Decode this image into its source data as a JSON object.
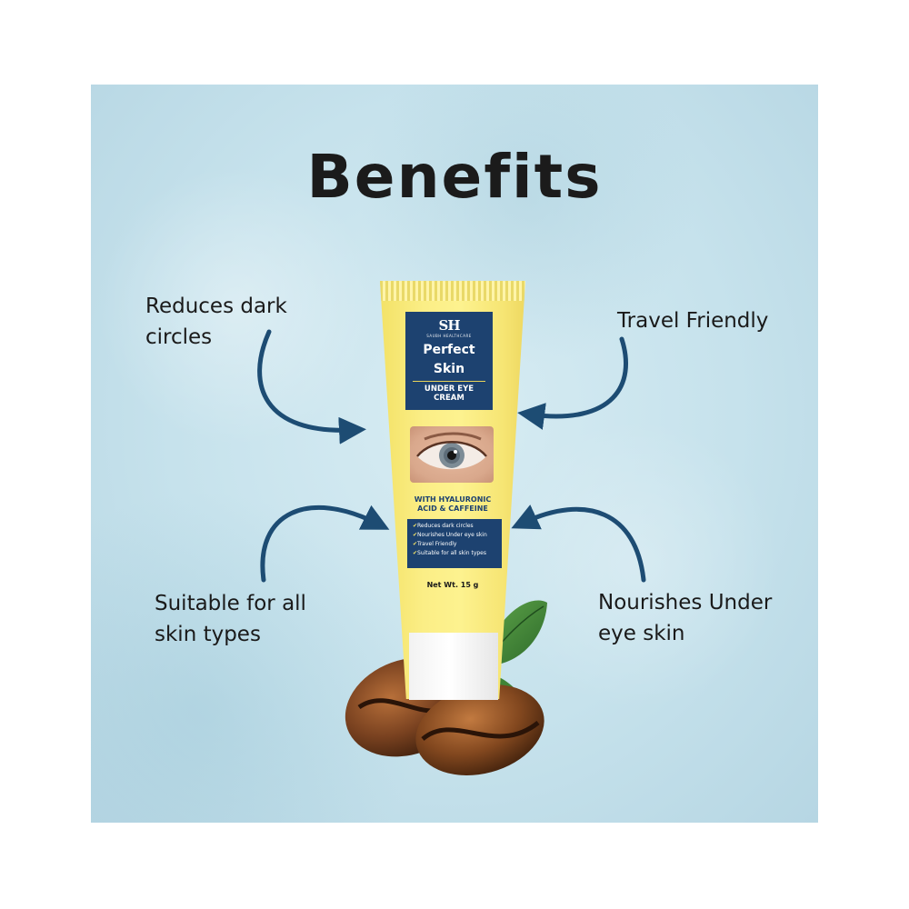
{
  "page": {
    "title": "Benefits"
  },
  "benefits": [
    {
      "line1": "Reduces dark",
      "line2": "circles"
    },
    {
      "line1": "Travel Friendly",
      "line2": ""
    },
    {
      "line1": "Suitable for all",
      "line2": "skin types"
    },
    {
      "line1": "Nourishes Under",
      "line2": "eye skin"
    }
  ],
  "product": {
    "logo": "SH",
    "brand": "SAUBH HEALTHCARE",
    "name_line1": "Perfect",
    "name_line2": "Skin",
    "type_line1": "UNDER EYE",
    "type_line2": "CREAM",
    "feature_line1": "WITH HYALURONIC",
    "feature_line2": "ACID & CAFFEINE",
    "checklist": [
      "Reduces dark circles",
      "Nourishes Under eye skin",
      "Travel Friendly",
      "Suitable for all skin types"
    ],
    "net_weight": "Net Wt. 15 g"
  },
  "colors": {
    "background": "#c6e2ec",
    "arrow": "#1d4c73",
    "tube_yellow": "#fbee86",
    "label_navy": "#1d4270"
  },
  "icons": [
    "eye-image",
    "coffee-beans-image",
    "leaf-image",
    "curved-arrow-icon"
  ]
}
